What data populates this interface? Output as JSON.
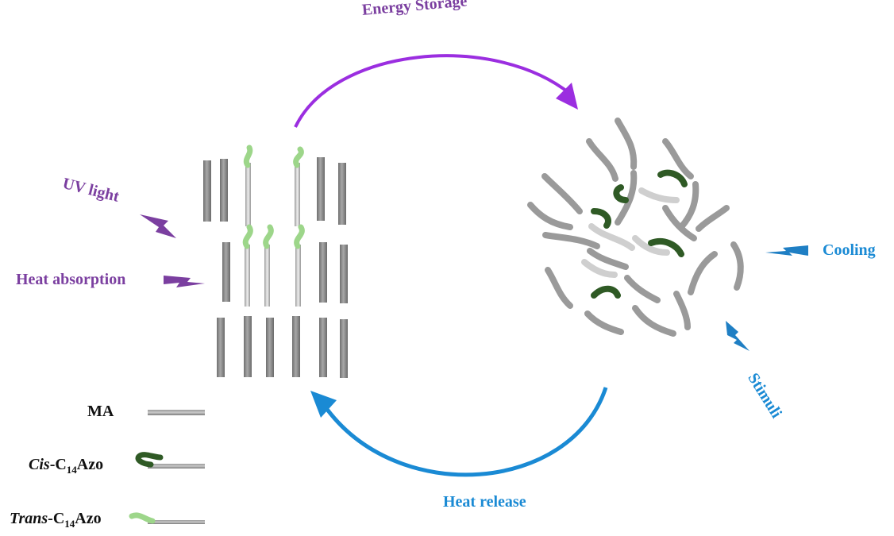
{
  "labels": {
    "energy_storage": "Energy Storage",
    "uv_light": "UV light",
    "heat_absorption": "Heat absorption",
    "cooling": "Cooling",
    "stimuli": "Stimuli",
    "heat_release": "Heat release"
  },
  "legend": {
    "ma": "MA",
    "cis_prefix": "Cis",
    "trans_prefix": "Trans",
    "azo_c": "-C",
    "azo_sub": "14",
    "azo_suffix": "Azo"
  },
  "colors": {
    "storage_arrow": "#9b2ee0",
    "release_arrow": "#1a8ad4",
    "stimulus_purple": "#7b3fa0",
    "stimulus_blue": "#1f7fc4",
    "rod_gray": "#8a8a8a",
    "cis_green": "#2f5a25",
    "trans_green": "#9dd68a"
  }
}
